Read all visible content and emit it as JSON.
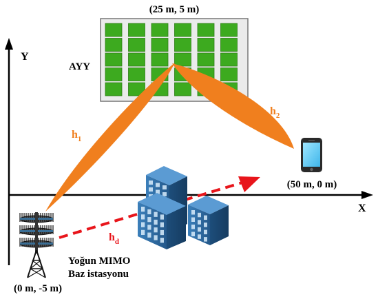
{
  "axes": {
    "x_label": "X",
    "y_label": "Y"
  },
  "ris": {
    "label": "AYY",
    "position_label": "(25 m, 5 m)",
    "rows": 5,
    "cols": 6,
    "frame_color": "#ebebeb",
    "element_color": "#3daa1f"
  },
  "user": {
    "position_label": "(50 m, 0 m)",
    "icon": "smartphone-icon"
  },
  "base_station": {
    "name_line1": "Yoğun MIMO",
    "name_line2": "Baz istasyonu",
    "position_label": "(0 m, -5 m)",
    "icon": "antenna-tower-icon"
  },
  "channels": {
    "h1": {
      "base": "h",
      "sub": "1",
      "color": "#f07f1e"
    },
    "h2": {
      "base": "h",
      "sub": "2",
      "color": "#f07f1e"
    },
    "hd": {
      "base": "h",
      "sub": "d",
      "color": "#e8151b"
    }
  },
  "obstacle": {
    "icon": "buildings-icon",
    "color": "#2f6fa6"
  }
}
